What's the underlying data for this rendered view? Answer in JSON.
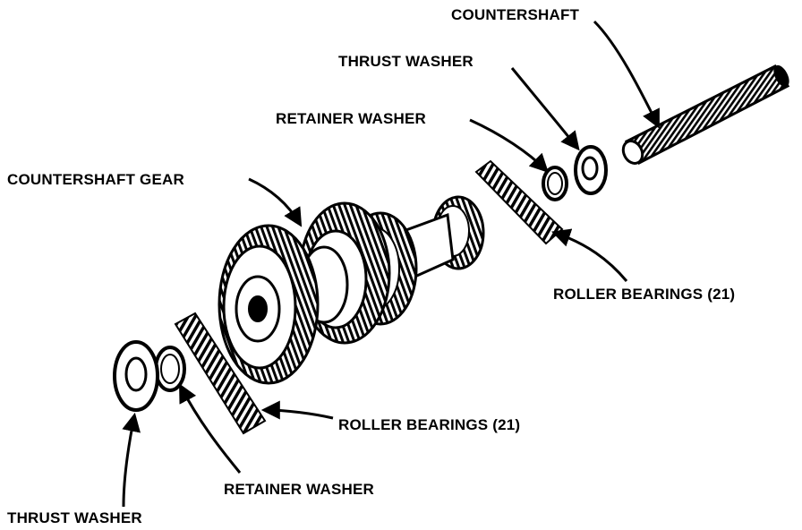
{
  "labels": {
    "countershaft": "COUNTERSHAFT",
    "thrust_washer_top": "THRUST WASHER",
    "retainer_washer_top": "RETAINER WASHER",
    "countershaft_gear": "COUNTERSHAFT GEAR",
    "roller_bearings_right": "ROLLER BEARINGS (21)",
    "roller_bearings_bottom": "ROLLER BEARINGS (21)",
    "retainer_washer_bottom": "RETAINER WASHER",
    "thrust_washer_bottom": "THRUST WASHER"
  },
  "colors": {
    "ink": "#000000",
    "paper": "#ffffff"
  }
}
